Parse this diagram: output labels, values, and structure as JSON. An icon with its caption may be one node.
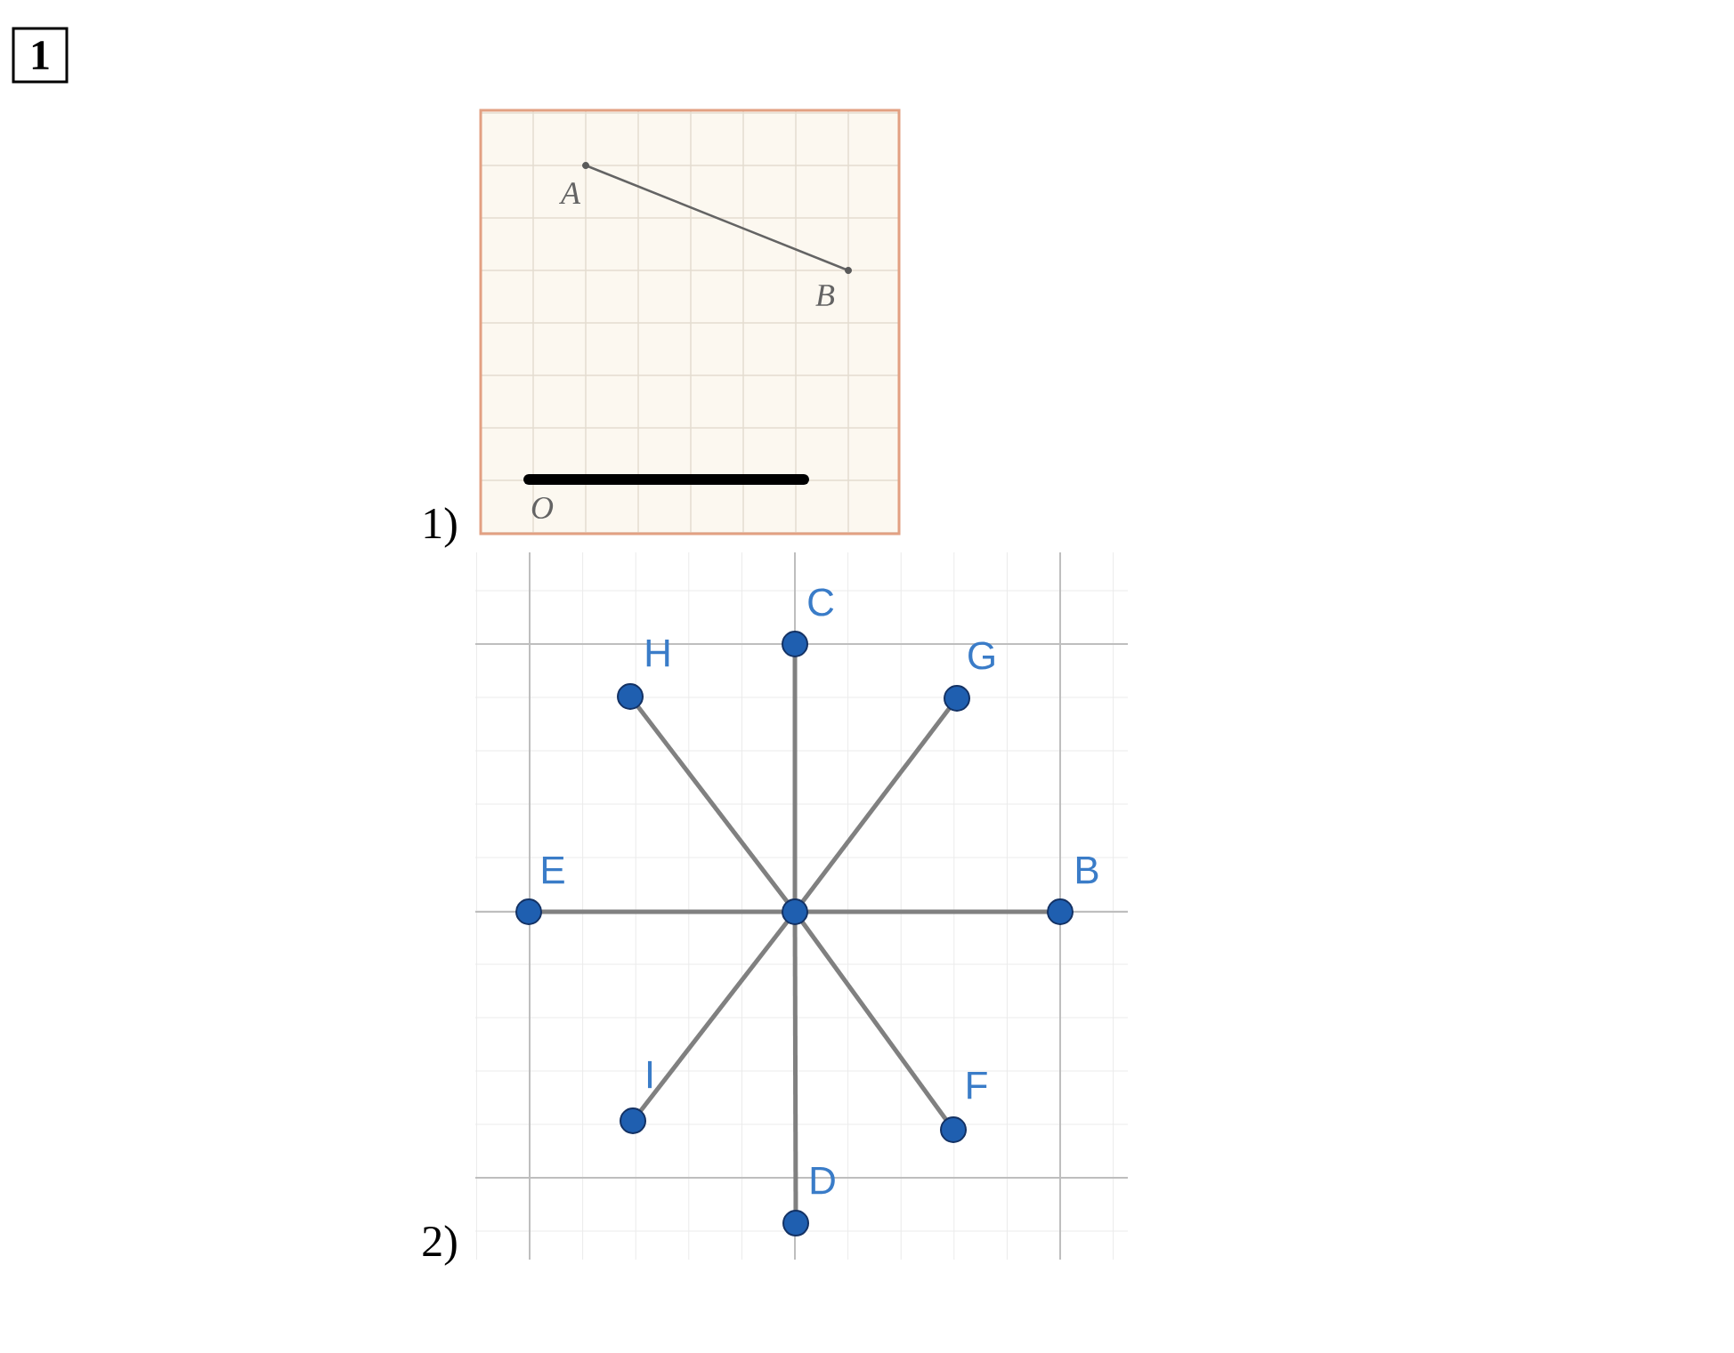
{
  "diagram": {
    "nodes": [
      {
        "text": [
          "A"
        ]
      },
      {
        "text": [
          "B"
        ]
      },
      {
        "text": [
          "O"
        ]
      },
      {
        "text": [
          "C"
        ]
      },
      {
        "text": [
          "H"
        ]
      },
      {
        "text": [
          "G"
        ]
      },
      {
        "text": [
          "E"
        ]
      },
      {
        "text": [],
        "shape": "circle"
      },
      {
        "text": [
          "B"
        ]
      },
      {
        "text": [
          "I"
        ]
      },
      {
        "text": [
          "F"
        ]
      },
      {
        "text": [
          "D"
        ]
      }
    ],
    "edges": [
      {
        "from": 0,
        "to": 1,
        "arrow": "none"
      },
      {
        "from": 2,
        "to": null,
        "arrow": "none",
        "style": "thick",
        "color": "#000000"
      },
      {
        "from": 7,
        "to": 3,
        "arrow": "none"
      },
      {
        "from": 7,
        "to": 4,
        "arrow": "none"
      },
      {
        "from": 7,
        "to": 5,
        "arrow": "none"
      },
      {
        "from": 7,
        "to": 6,
        "arrow": "none"
      },
      {
        "from": 7,
        "to": 8,
        "arrow": "none"
      },
      {
        "from": 7,
        "to": 9,
        "arrow": "none"
      },
      {
        "from": 7,
        "to": 10,
        "arrow": "none"
      },
      {
        "from": 7,
        "to": 11,
        "arrow": "none"
      }
    ],
    "labels": [
      "1",
      "1)",
      "2)"
    ]
  }
}
